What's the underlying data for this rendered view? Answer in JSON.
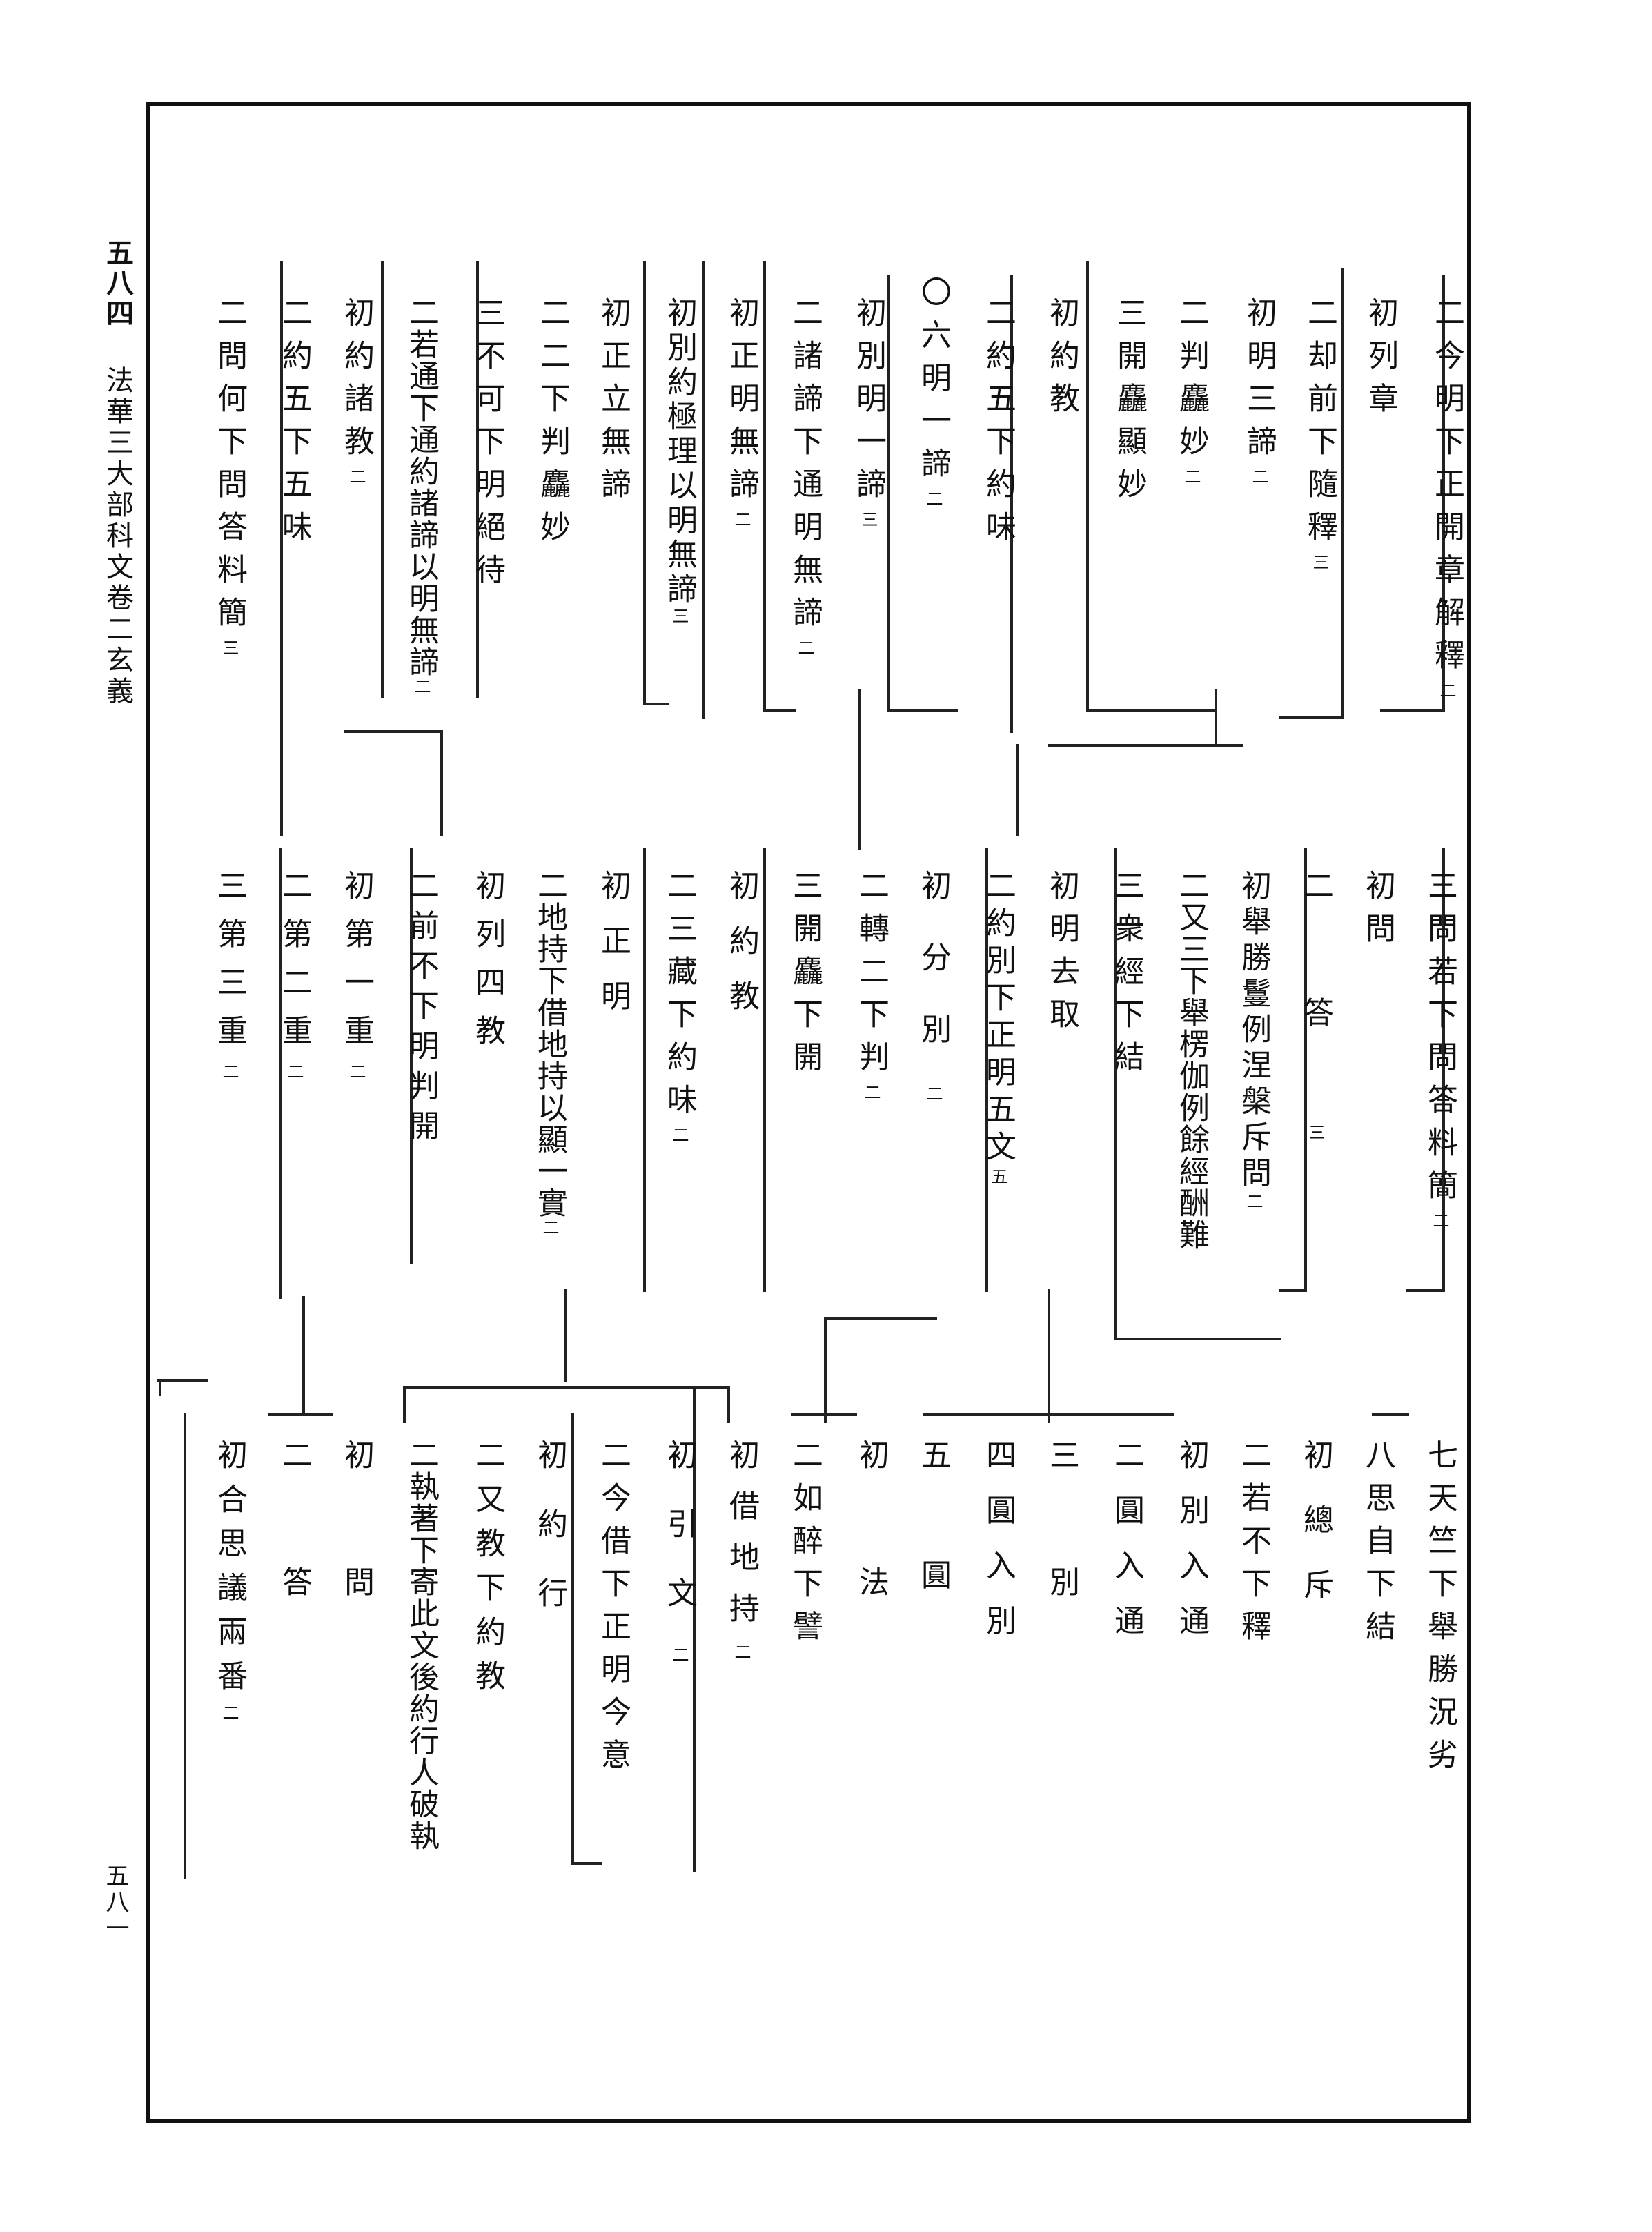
{
  "margin": {
    "page_number": "五八四",
    "running_title": "法華三大部科文卷二玄義",
    "folio": "五八一"
  },
  "tier1": [
    {
      "text": "二今明下正開章解釋",
      "num": "二"
    },
    {
      "text": "初列章",
      "num": ""
    },
    {
      "text": "二却前下隨釋",
      "num": "三"
    },
    {
      "text": "初明三諦",
      "num": "二"
    },
    {
      "text": "二判麤妙",
      "num": "二"
    },
    {
      "text": "三開麤顯妙",
      "num": ""
    },
    {
      "text": "初約教",
      "num": ""
    },
    {
      "text": "二約五下約味",
      "num": ""
    },
    {
      "text": "〇六明一諦",
      "num": "二"
    },
    {
      "text": "初別明一諦",
      "num": "三"
    },
    {
      "text": "二諸諦下通明無諦",
      "num": "二"
    },
    {
      "text": "初正明無諦",
      "num": "二"
    },
    {
      "text": "初別約極理以明無諦",
      "num": "三"
    },
    {
      "text": "初正立無諦",
      "num": ""
    },
    {
      "text": "二二下判麤妙",
      "num": ""
    },
    {
      "text": "三不可下明絕待",
      "num": ""
    },
    {
      "text": "二若通下通約諸諦以明無諦",
      "num": "二"
    },
    {
      "text": "初約諸教",
      "num": "二"
    },
    {
      "text": "二約五下五味",
      "num": ""
    },
    {
      "text": "二問何下問答料簡",
      "num": "三"
    }
  ],
  "tier2": [
    {
      "text": "三問若下問答料簡",
      "num": "二"
    },
    {
      "text": "初問",
      "num": ""
    },
    {
      "text": "二答",
      "num": "三"
    },
    {
      "text": "初舉勝鬘例涅槃斥問",
      "num": "二"
    },
    {
      "text": "二又三下舉楞伽例餘經酬難",
      "num": ""
    },
    {
      "text": "三衆經下結",
      "num": ""
    },
    {
      "text": "初明去取",
      "num": ""
    },
    {
      "text": "二約別下正明五文",
      "num": "五"
    },
    {
      "text": "初分別",
      "num": "二"
    },
    {
      "text": "二轉二下判",
      "num": "二"
    },
    {
      "text": "三開麤下開",
      "num": ""
    },
    {
      "text": "初約教",
      "num": ""
    },
    {
      "text": "二三藏下約味",
      "num": "二"
    },
    {
      "text": "初正明",
      "num": ""
    },
    {
      "text": "二地持下借地持以顯一實",
      "num": "二"
    },
    {
      "text": "初列四教",
      "num": ""
    },
    {
      "text": "二前不下明判開",
      "num": ""
    },
    {
      "text": "初第一重",
      "num": "二"
    },
    {
      "text": "二第二重",
      "num": "二"
    },
    {
      "text": "三第三重",
      "num": "二"
    }
  ],
  "tier3": [
    {
      "text": "七天竺下舉勝況劣",
      "num": ""
    },
    {
      "text": "八思自下結",
      "num": ""
    },
    {
      "text": "初總斥",
      "num": ""
    },
    {
      "text": "二若不下釋",
      "num": ""
    },
    {
      "text": "初別入通",
      "num": ""
    },
    {
      "text": "二圓入通",
      "num": ""
    },
    {
      "text": "三別",
      "num": ""
    },
    {
      "text": "四圓入別",
      "num": ""
    },
    {
      "text": "五圓",
      "num": ""
    },
    {
      "text": "初法",
      "num": ""
    },
    {
      "text": "二如醉下譬",
      "num": ""
    },
    {
      "text": "初借地持",
      "num": "二"
    },
    {
      "text": "初引文",
      "num": "二"
    },
    {
      "text": "二今借下正明今意",
      "num": ""
    },
    {
      "text": "初約行",
      "num": ""
    },
    {
      "text": "二又教下約教",
      "num": ""
    },
    {
      "text": "二執著下寄此文後約行人破執",
      "num": ""
    },
    {
      "text": "初問",
      "num": ""
    },
    {
      "text": "二答",
      "num": ""
    },
    {
      "text": "初合思議兩番",
      "num": "二"
    }
  ]
}
